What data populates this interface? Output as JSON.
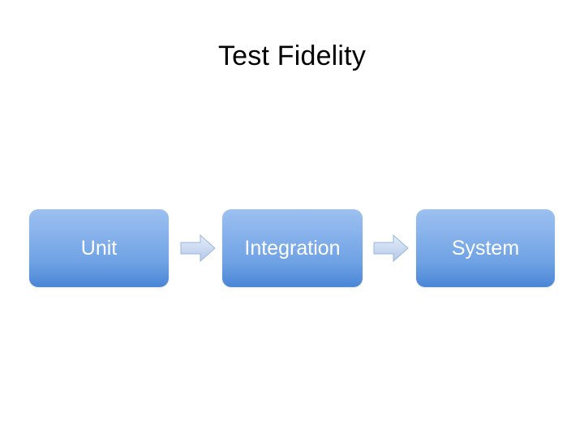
{
  "slide": {
    "title": "Test Fidelity",
    "background_color": "#ffffff",
    "title_color": "#000000"
  },
  "diagram": {
    "type": "process-flow",
    "direction": "left-to-right",
    "node_fill_top": "#9cc0f0",
    "node_fill_bottom": "#4a86d6",
    "node_text_color": "#ffffff",
    "arrow_fill_top": "#d9e4f5",
    "arrow_fill_bottom": "#b9cdea",
    "arrow_stroke": "#9bb7dd",
    "nodes": [
      {
        "label": "Unit"
      },
      {
        "label": "Integration"
      },
      {
        "label": "System"
      }
    ],
    "connectors": [
      {
        "icon": "right-arrow-icon",
        "from": "Unit",
        "to": "Integration"
      },
      {
        "icon": "right-arrow-icon",
        "from": "Integration",
        "to": "System"
      }
    ]
  }
}
